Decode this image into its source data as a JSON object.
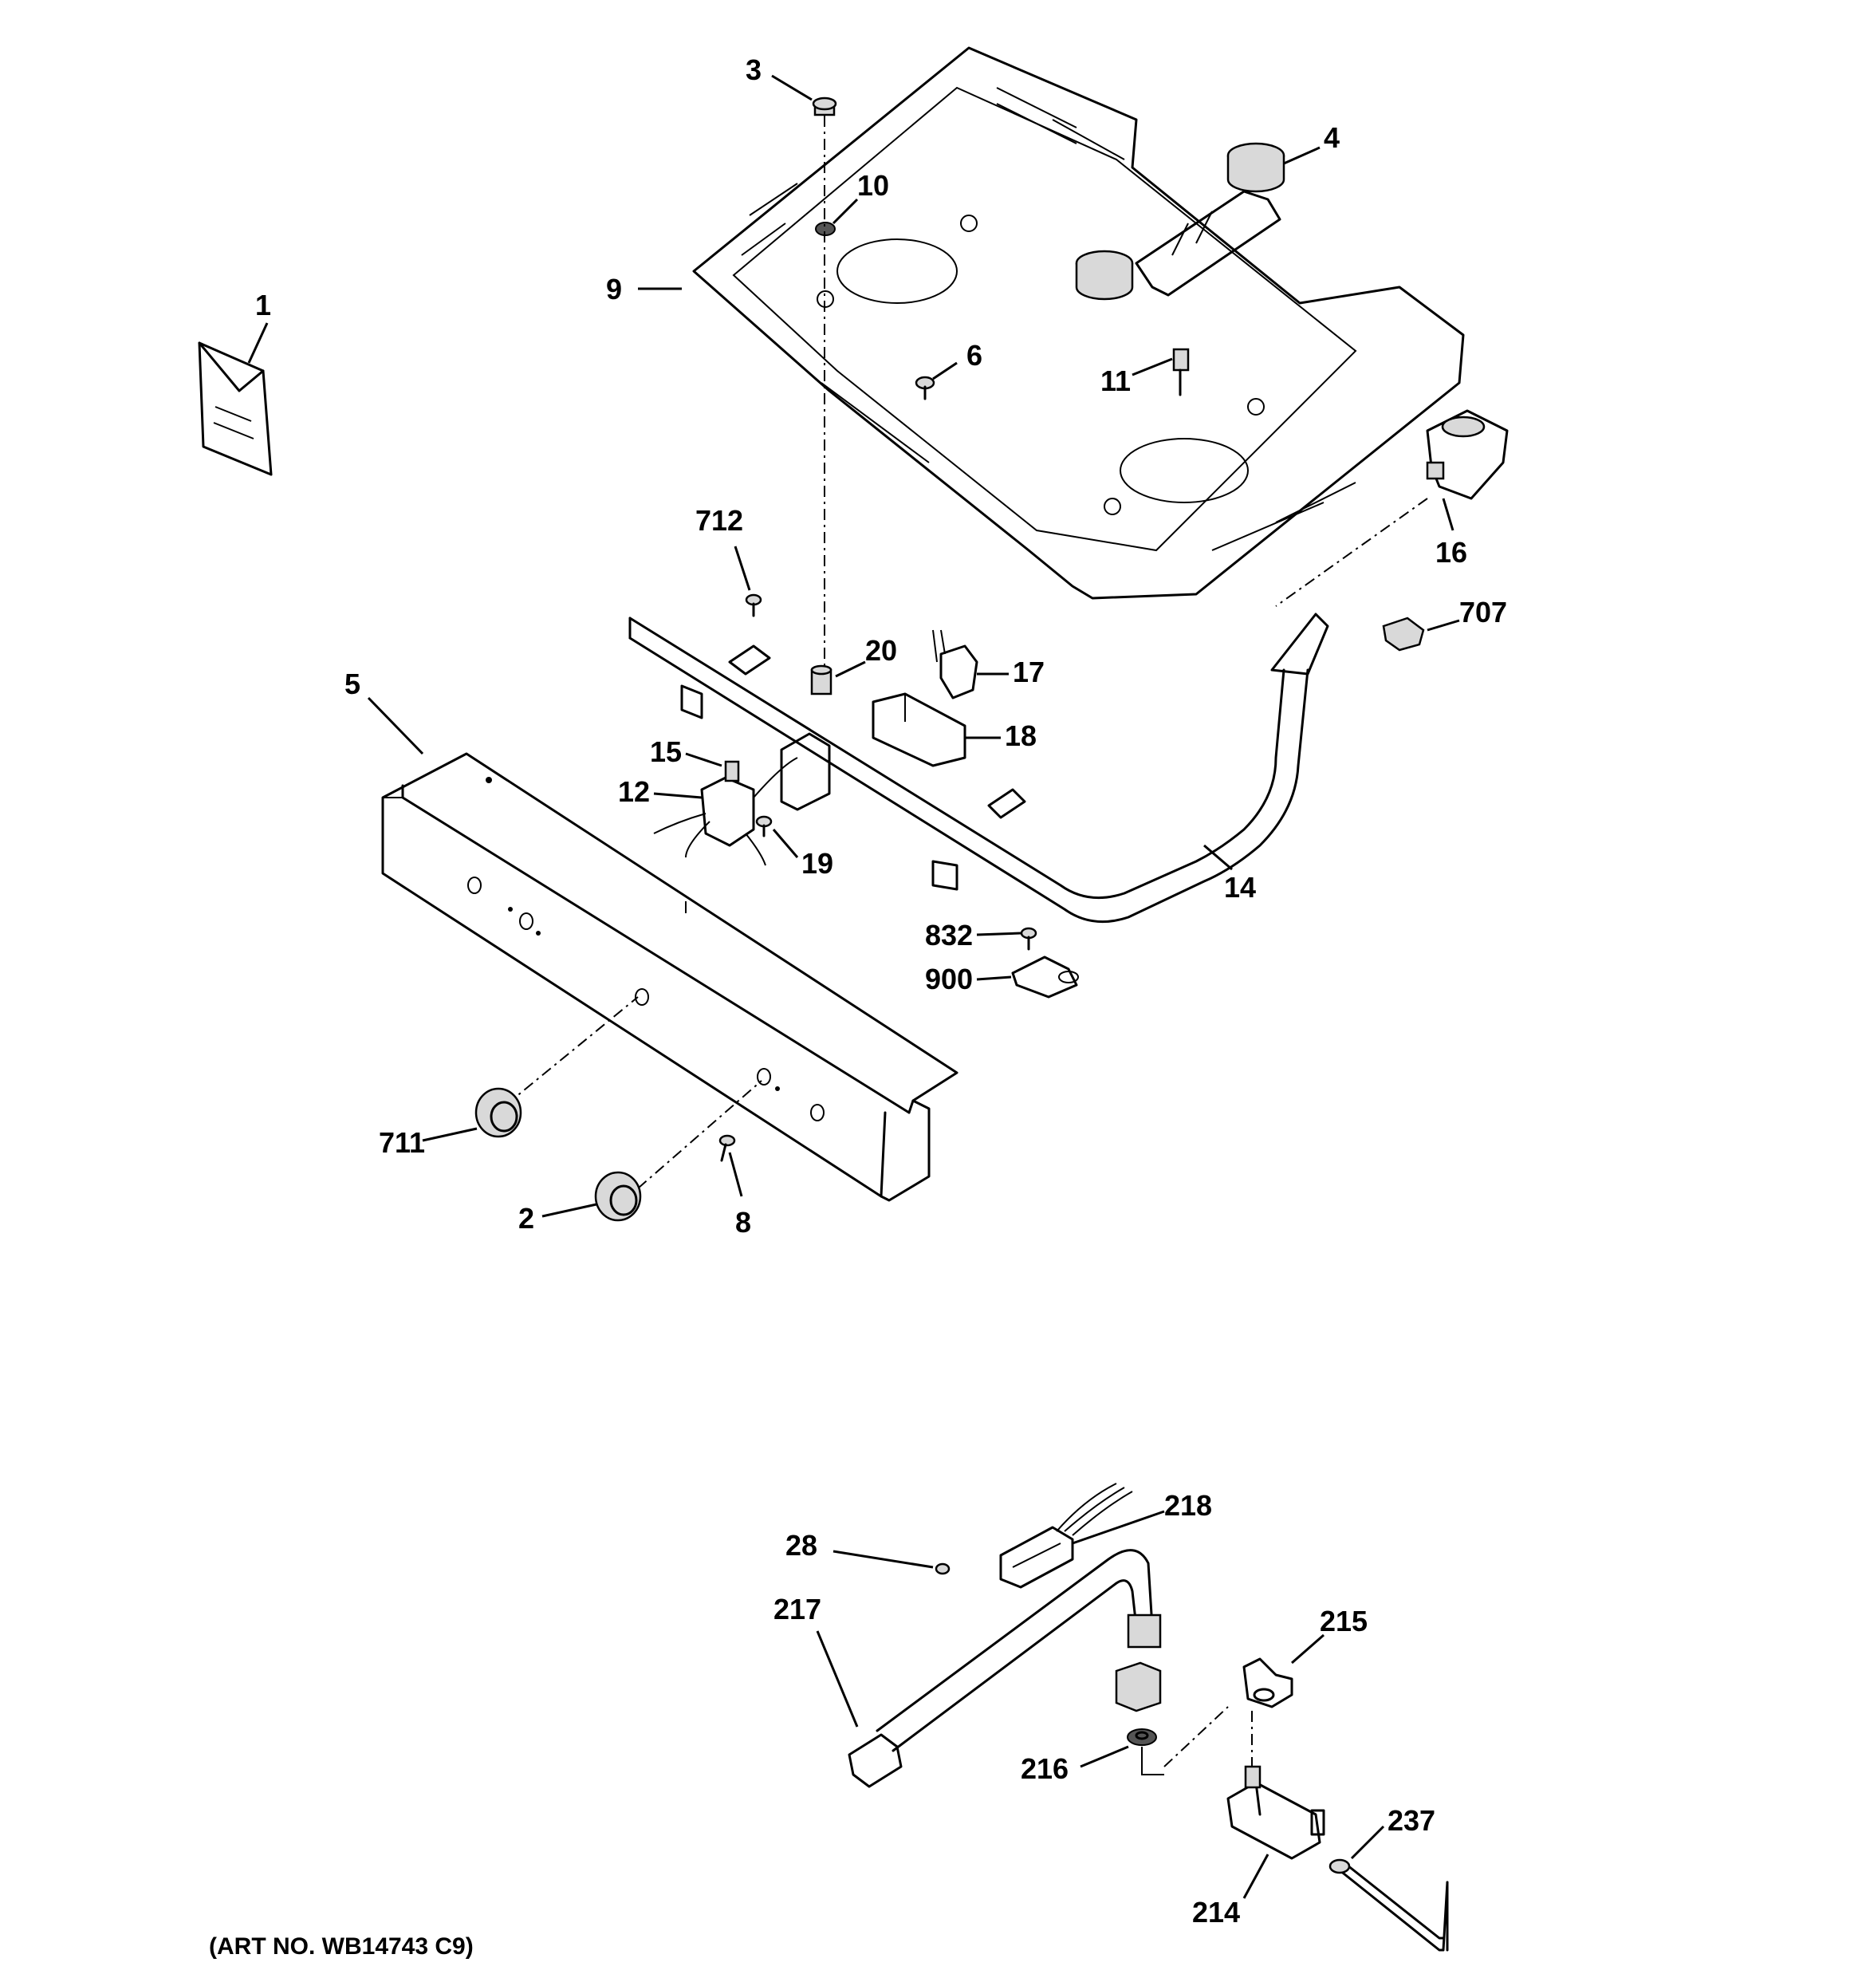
{
  "callouts": {
    "c1": "1",
    "c2": "2",
    "c3": "3",
    "c4": "4",
    "c5": "5",
    "c6": "6",
    "c8": "8",
    "c9": "9",
    "c10": "10",
    "c11": "11",
    "c12": "12",
    "c14": "14",
    "c15": "15",
    "c16": "16",
    "c17": "17",
    "c18": "18",
    "c19": "19",
    "c20": "20",
    "c28": "28",
    "c214": "214",
    "c215": "215",
    "c216": "216",
    "c217": "217",
    "c218": "218",
    "c237": "237",
    "c707": "707",
    "c711": "711",
    "c712": "712",
    "c832": "832",
    "c900": "900"
  },
  "art_number": "(ART NO. WB14743 C9)"
}
